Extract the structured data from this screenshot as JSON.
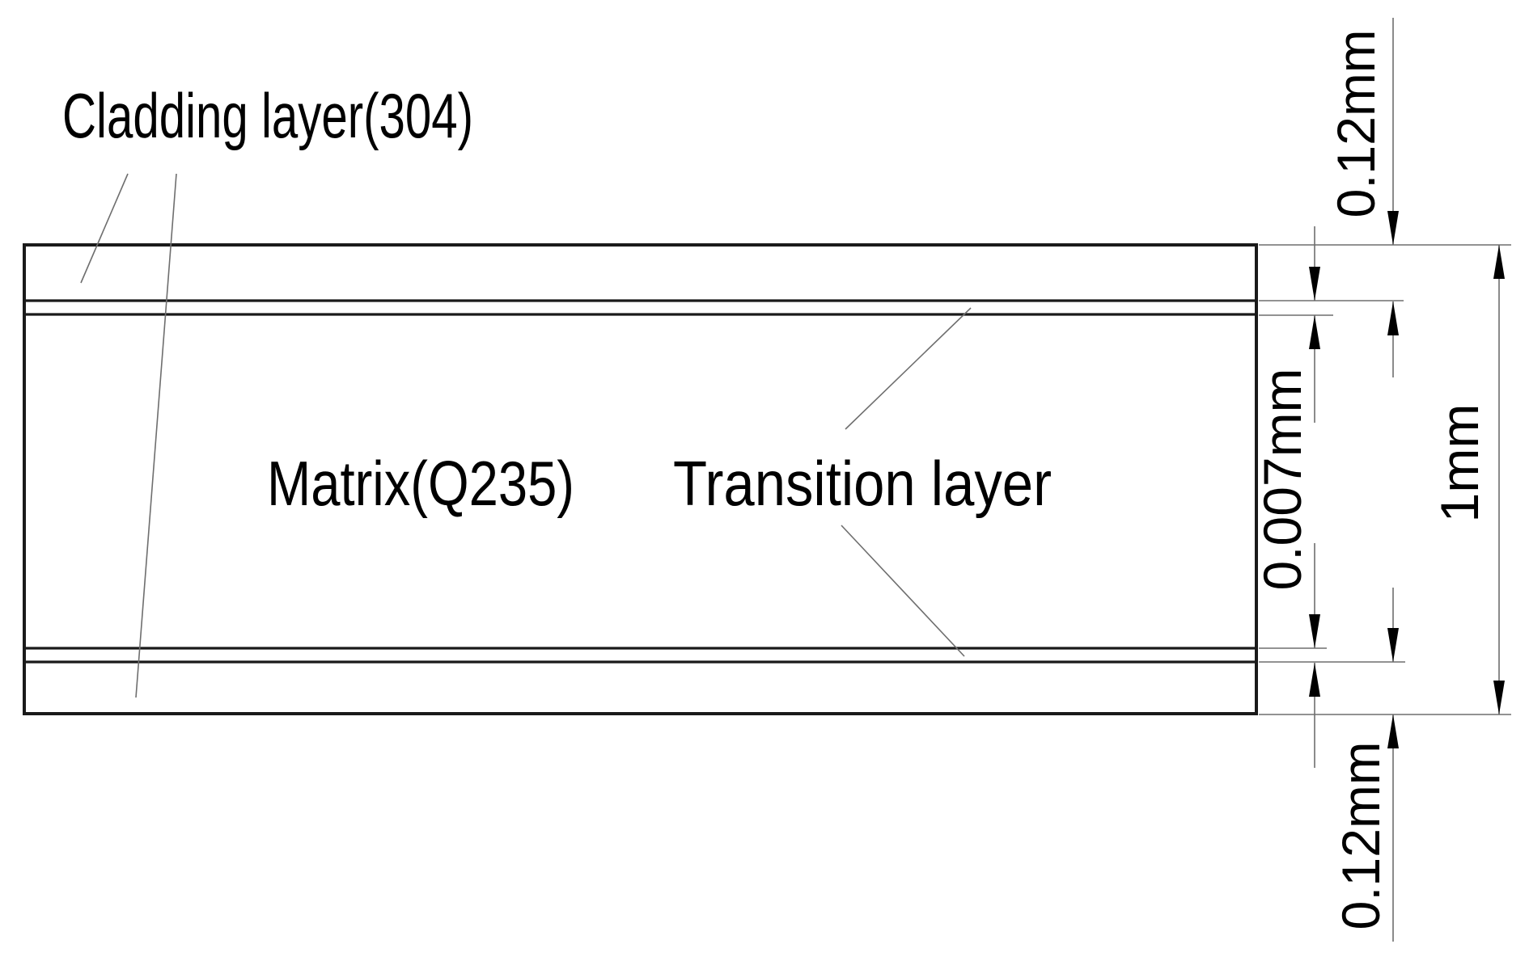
{
  "diagram": {
    "labels": {
      "cladding": "Cladding layer(304)",
      "matrix": "Matrix(Q235)",
      "transition": "Transition layer"
    },
    "dimensions": {
      "top_cladding_thickness": "0.12mm",
      "transition_layer_thickness": "0.007mm",
      "total_thickness": "1mm",
      "bottom_cladding_thickness": "0.12mm"
    },
    "colors": {
      "outline": "#1a1a1a",
      "construction_line": "#6e6e6e",
      "arrow": "#000000",
      "text": "#000000",
      "background": "#ffffff"
    }
  }
}
